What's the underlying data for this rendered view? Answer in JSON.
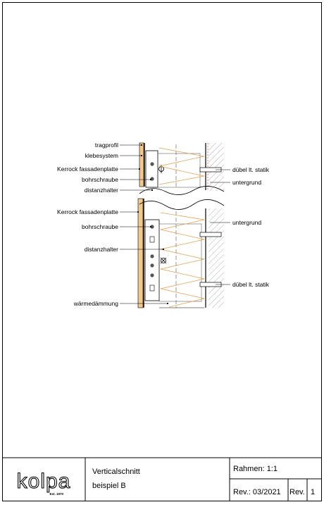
{
  "drawing": {
    "labels_left": [
      "tragprofil",
      "klebesystem",
      "Kerrock fassadenplatte",
      "bohrschraube",
      "distanzhalter",
      "Kerrock fassadenplatte",
      "bohrschraube",
      "distanzhalter",
      "wärmedämmung"
    ],
    "labels_right": [
      "dübel lt. statik",
      "untergrund",
      "untergrund",
      "dübel lt. statik"
    ]
  },
  "title_block": {
    "logo_text": "kolpa",
    "logo_est": "Est. 1970",
    "title_line1": "Verticalschnitt",
    "title_line2": "beispiel B",
    "scale": "Rahmen: 1:1",
    "revision_date": "Rev.: 03/2021",
    "rev_label": "Rev.",
    "rev_number": "1"
  },
  "colors": {
    "panel": "#f2c98a",
    "insulation": "#e8a050",
    "hatch": "#9a9a9a",
    "line": "#000000",
    "accent_red": "#cc2222"
  }
}
